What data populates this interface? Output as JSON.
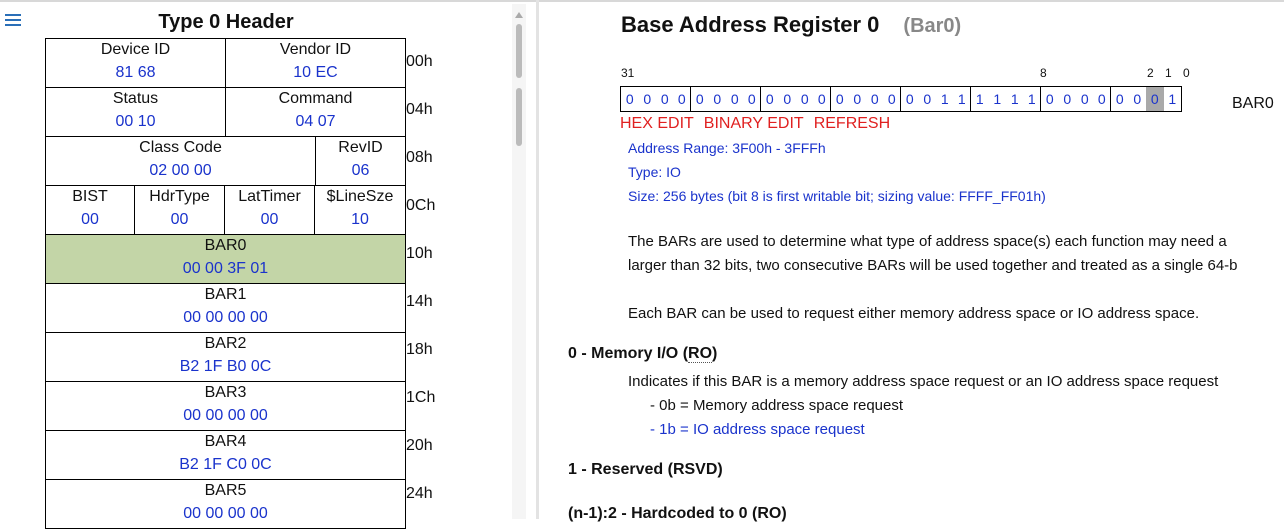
{
  "left": {
    "title": "Type 0 Header",
    "rows": [
      [
        {
          "name": "Device ID",
          "value": "81 68"
        },
        {
          "name": "Vendor ID",
          "value": "10 EC"
        }
      ],
      [
        {
          "name": "Status",
          "value": "00 10"
        },
        {
          "name": "Command",
          "value": "04 07"
        }
      ],
      [
        {
          "name": "Class Code",
          "value": "02 00 00"
        },
        {
          "name": "RevID",
          "value": "06"
        }
      ],
      [
        {
          "name": "BIST",
          "value": "00"
        },
        {
          "name": "HdrType",
          "value": "00"
        },
        {
          "name": "LatTimer",
          "value": "00"
        },
        {
          "name": "$LineSze",
          "value": "10"
        }
      ],
      [
        {
          "name": "BAR0",
          "value": "00 00 3F 01",
          "selected": true
        }
      ],
      [
        {
          "name": "BAR1",
          "value": "00 00 00 00"
        }
      ],
      [
        {
          "name": "BAR2",
          "value": "B2 1F B0 0C"
        }
      ],
      [
        {
          "name": "BAR3",
          "value": "00 00 00 00"
        }
      ],
      [
        {
          "name": "BAR4",
          "value": "B2 1F C0 0C"
        }
      ],
      [
        {
          "name": "BAR5",
          "value": "00 00 00 00"
        }
      ]
    ],
    "offsets": [
      "00h",
      "04h",
      "08h",
      "0Ch",
      "10h",
      "14h",
      "18h",
      "1Ch",
      "20h",
      "24h"
    ]
  },
  "right": {
    "title": "Base Address Register 0",
    "subtitle": "(Bar0)",
    "bit_labels": [
      "31",
      "8",
      "2",
      "1",
      "0"
    ],
    "bits": [
      "0",
      "0",
      "0",
      "0",
      "0",
      "0",
      "0",
      "0",
      "0",
      "0",
      "0",
      "0",
      "0",
      "0",
      "0",
      "0",
      "0",
      "0",
      "1",
      "1",
      "1",
      "1",
      "1",
      "1",
      "0",
      "0",
      "0",
      "0",
      "0",
      "0",
      "0",
      "1"
    ],
    "highlighted_bit": 1,
    "register_name": "BAR0",
    "links": {
      "hex_edit": "HEX EDIT",
      "binary_edit": "BINARY EDIT",
      "refresh": "REFRESH"
    },
    "info": {
      "address_range": "Address Range: 3F00h - 3FFFh",
      "type": "Type: IO",
      "size": "Size: 256 bytes (bit 8 is first writable bit; sizing value: FFFF_FF01h)"
    },
    "para1_line1": "The BARs are used to determine what type of address space(s) each function may need a",
    "para1_line2": "larger than 32 bits, two consecutive BARs will be used together and treated as a single 64-b",
    "para2": "Each BAR can be used to request either memory address space or IO address space.",
    "section0": {
      "title": "0 - Memory I/O",
      "tag": "RO",
      "desc": "Indicates if this BAR is a memory address space request or an IO address space request",
      "opt0": "- 0b  =  Memory address space request",
      "opt1": "- 1b  =  IO address space request"
    },
    "section1": {
      "title": "1 - Reserved",
      "tag": "(RSVD)"
    },
    "section2": {
      "title": "(n-1):2 - Hardcoded to 0 (RO)"
    }
  },
  "colors": {
    "value_blue": "#1a33cc",
    "highlight_green": "#c3d5a7",
    "link_red": "#e02020",
    "bit_highlight": "#a9a9a9"
  }
}
